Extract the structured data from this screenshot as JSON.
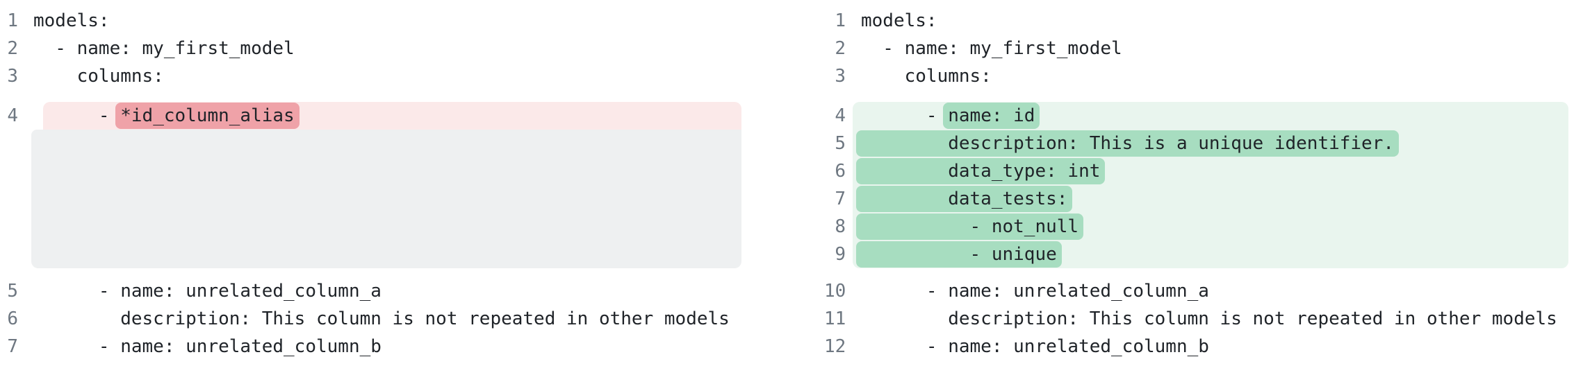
{
  "diff": {
    "colors": {
      "removed_line_bg": "#fbe9e9",
      "removed_token_bg": "#efa2a8",
      "added_line_bg": "#e9f5ee",
      "added_token_bg": "#a7ddc0",
      "filler_bg": "#eef0f1",
      "code_text": "#1f2328",
      "line_number": "#6e7781"
    },
    "left": {
      "lines_before": [
        {
          "num": "1",
          "text": "models:"
        },
        {
          "num": "2",
          "text": "  - name: my_first_model"
        },
        {
          "num": "3",
          "text": "    columns:"
        }
      ],
      "removed_line": {
        "num": "4",
        "prefix": "      - ",
        "token": "*id_column_alias"
      },
      "lines_after": [
        {
          "num": "5",
          "text": "      - name: unrelated_column_a"
        },
        {
          "num": "6",
          "text": "        description: This column is not repeated in other models"
        },
        {
          "num": "7",
          "text": "      - name: unrelated_column_b"
        }
      ]
    },
    "right": {
      "lines_before": [
        {
          "num": "1",
          "text": "models:"
        },
        {
          "num": "2",
          "text": "  - name: my_first_model"
        },
        {
          "num": "3",
          "text": "    columns:"
        }
      ],
      "added_lines": [
        {
          "num": "4",
          "prefix": "      - ",
          "token": "name: id"
        },
        {
          "num": "5",
          "prefix": "",
          "token": "        description: This is a unique identifier."
        },
        {
          "num": "6",
          "prefix": "",
          "token": "        data_type: int"
        },
        {
          "num": "7",
          "prefix": "",
          "token": "        data_tests:"
        },
        {
          "num": "8",
          "prefix": "",
          "token": "          - not_null"
        },
        {
          "num": "9",
          "prefix": "",
          "token": "          - unique"
        }
      ],
      "lines_after": [
        {
          "num": "10",
          "text": "      - name: unrelated_column_a"
        },
        {
          "num": "11",
          "text": "        description: This column is not repeated in other models"
        },
        {
          "num": "12",
          "text": "      - name: unrelated_column_b"
        }
      ]
    }
  }
}
